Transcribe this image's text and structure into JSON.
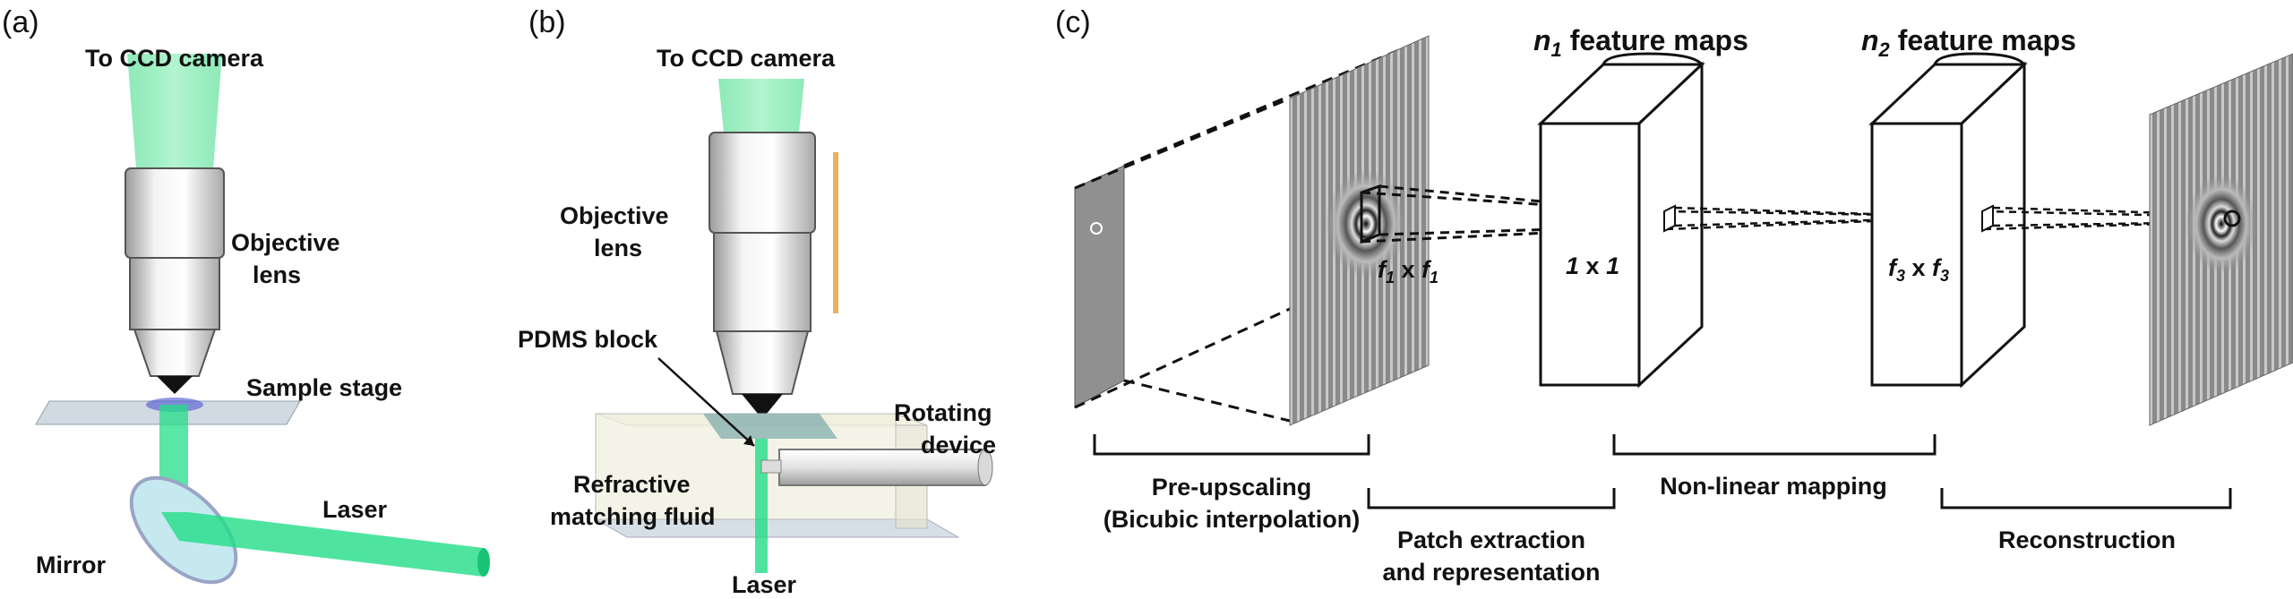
{
  "panel_a": {
    "tag": "(a)",
    "labels": {
      "camera": "To CCD camera",
      "objective_line1": "Objective",
      "objective_line2": "lens",
      "stage": "Sample stage",
      "laser": "Laser",
      "mirror": "Mirror"
    }
  },
  "panel_b": {
    "tag": "(b)",
    "labels": {
      "camera": "To CCD camera",
      "objective_line1": "Objective",
      "objective_line2": "lens",
      "pdms": "PDMS block",
      "rotating_line1": "Rotating",
      "rotating_line2": "device",
      "fluid_line1": "Refractive",
      "fluid_line2": "matching fluid",
      "laser": "Laser"
    }
  },
  "panel_c": {
    "tag": "(c)",
    "n1": {
      "var": "n",
      "sub": "1",
      "rest": " feature maps"
    },
    "n2": {
      "var": "n",
      "sub": "2",
      "rest": " feature maps"
    },
    "filter1": {
      "var": "f",
      "sub": "1",
      "x": " x "
    },
    "filter_mid": {
      "a": "1",
      "x": " x ",
      "b": "1"
    },
    "filter3": {
      "var": "f",
      "sub": "3",
      "x": " x "
    },
    "stages": {
      "preupscale_line1": "Pre-upscaling",
      "preupscale_line2": "(Bicubic interpolation)",
      "patch_line1": "Patch extraction",
      "patch_line2": "and representation",
      "nonlinear": "Non-linear mapping",
      "reconstruction": "Reconstruction"
    }
  },
  "colors": {
    "beam": "#22dd88",
    "lens_body": "#e6e6e6",
    "stage": "#c8d4dd",
    "fluid_box": "#efeedd"
  }
}
